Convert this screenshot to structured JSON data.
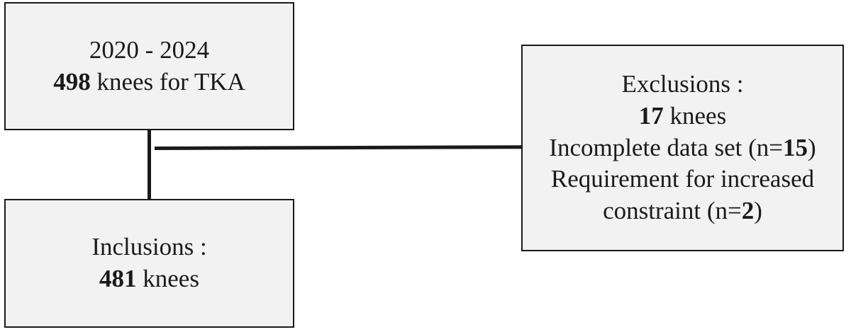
{
  "start_box": {
    "years": "2020 - 2024",
    "count": "498",
    "count_suffix": " knees for TKA"
  },
  "inclusion_box": {
    "label": "Inclusions :",
    "count": "481",
    "count_suffix": " knees"
  },
  "exclusion_box": {
    "label": "Exclusions :",
    "count": "17",
    "count_suffix": " knees",
    "reason_1_prefix": "Incomplete data set (n=",
    "reason_1_count": "15",
    "reason_1_suffix": ")",
    "reason_2_line1": "Requirement for increased",
    "reason_2_prefix": "constraint (n=",
    "reason_2_count": "2",
    "reason_2_suffix": ")"
  }
}
